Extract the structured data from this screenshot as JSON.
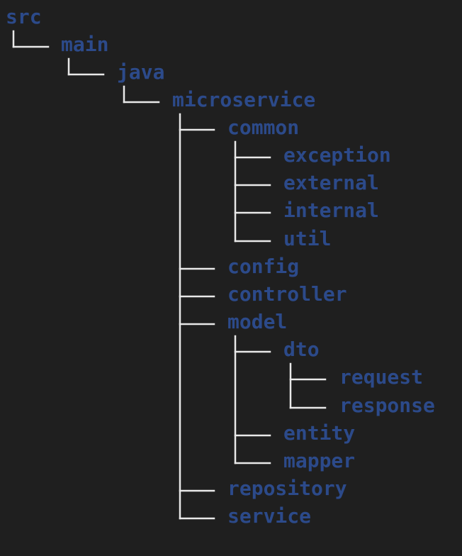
{
  "tree": {
    "src": "src",
    "main": "main",
    "java": "java",
    "microservice": "microservice",
    "common": "common",
    "exception": "exception",
    "external": "external",
    "internal": "internal",
    "util": "util",
    "config": "config",
    "controller": "controller",
    "model": "model",
    "dto": "dto",
    "request": "request",
    "response": "response",
    "entity": "entity",
    "mapper": "mapper",
    "repository": "repository",
    "service": "service"
  },
  "colors": {
    "background": "#1f1f1f",
    "folder_text": "#2c4a8a",
    "connector": "#e8e8e8"
  }
}
